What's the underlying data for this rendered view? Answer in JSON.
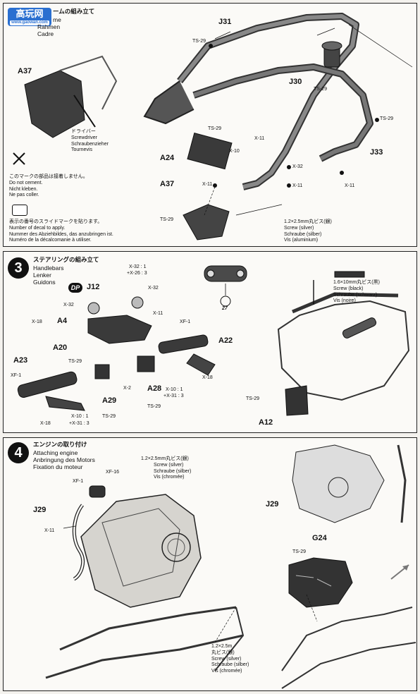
{
  "watermark": {
    "brand": "高玩网",
    "site": "www.gaowan.com"
  },
  "step2": {
    "title_jp": "ームの組み立て",
    "title_lines": [
      "me",
      "Rahmen",
      "Cadre"
    ],
    "parts": {
      "j31": "J31",
      "a37a": "A37",
      "j30": "J30",
      "j33": "J33",
      "a24": "A24",
      "a37b": "A37"
    },
    "screw_labels": {
      "ts29_a": "TS-29",
      "ts29_b": "TS-29",
      "ts29_c": "TS-29",
      "ts29_d": "TS-29",
      "ts29_e": "TS-29",
      "x11_a": "X-11",
      "x10": "X-10",
      "x32": "X-32",
      "x11_b": "X-11",
      "x11_c": "X-11",
      "x11_d": "X-11"
    },
    "driver_note": [
      "ドライバー",
      "Screwdriver",
      "Schraubenzieher",
      "Tournevis"
    ],
    "no_cement_note": [
      "このマークの部品は接着しません。",
      "Do not cement.",
      "Nicht kleben.",
      "Ne pas coller."
    ],
    "decal_note": [
      "表示の番号のスライドマークを貼ります。",
      "Number of decal to apply.",
      "Nummer des Abziehbildes, das anzubringen ist.",
      "Numéro de la décalcomanie à utiliser."
    ],
    "screw_spec": [
      "1.2×2.5mm丸ビス(銀)",
      "Screw (silver)",
      "Schraube (silber)",
      "Vis (aluminium)"
    ]
  },
  "step3": {
    "number": "3",
    "title_lines": [
      "ステアリングの組み立て",
      "Handlebars",
      "Lenker",
      "Guidons"
    ],
    "dp": "DP",
    "parts": {
      "j12": "J12",
      "a4": "A4",
      "a20": "A20",
      "a23": "A23",
      "a22": "A22",
      "a28": "A28",
      "a29": "A29",
      "a12": "A12"
    },
    "screw_labels": {
      "x32a": "X-32 : 1",
      "x26": "+X-26 : 3",
      "x32b": "X-32",
      "x32c": "X-32",
      "x11a": "X-11",
      "x18a": "X-18",
      "xf1a": "XF-1",
      "ts29a": "TS-29",
      "xf1b": "XF-1",
      "x18b": "X-18",
      "x2": "X-2",
      "x10a": "X-10 : 1",
      "x31a": "+X-31 : 3",
      "ts29b": "TS-29",
      "x10b": "X-10 : 1",
      "x31b": "+X-31 : 3",
      "x18c": "X-18",
      "ts29c": "TS-29",
      "ts29d": "TS-29"
    },
    "decal": "27",
    "screw_spec": [
      "1.6×10mm丸ビス(黒)",
      "Screw (black)",
      "Schraube (schwarz)",
      "Vis (noire)"
    ]
  },
  "step4": {
    "number": "4",
    "title_lines": [
      "エンジンの取り付け",
      "Attaching engine",
      "Anbringung des Motors",
      "Fixation du moteur"
    ],
    "parts": {
      "j29a": "J29",
      "j29b": "J29",
      "g24": "G24"
    },
    "screw_labels": {
      "xf1": "XF-1",
      "xf16": "XF-16",
      "x11": "X-11",
      "ts29": "TS-29"
    },
    "screw_spec_a": [
      "1.2×2.5mm丸ビス(銀)",
      "Screw (silver)",
      "Schraube (silber)",
      "Vis (chromée)"
    ],
    "screw_spec_b": [
      "1.2×2.5m",
      "丸ビス(銀)",
      "Screw (silver)",
      "Schraube (silber)",
      "Vis (chromée)"
    ]
  }
}
